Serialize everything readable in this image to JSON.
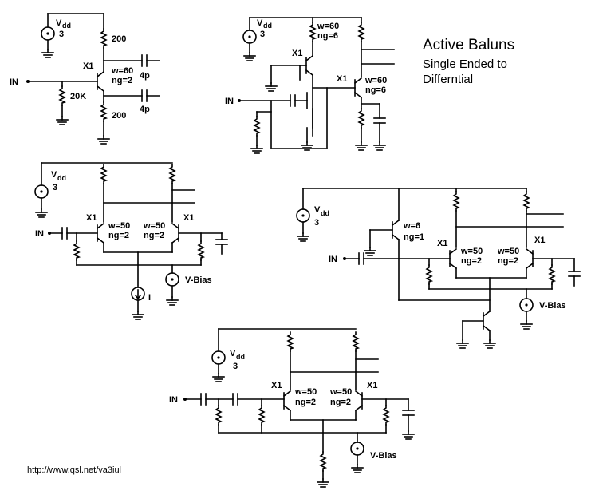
{
  "header": {
    "title": "Active Baluns",
    "subtitle_line1": "Single Ended to",
    "subtitle_line2": "Differntial"
  },
  "footer": {
    "url": "http://www.qsl.net/va3iul"
  },
  "circuit1": {
    "vdd": "V",
    "vdd_sub": "dd",
    "vdd_value": "3",
    "transistor": "X1",
    "width": "w=60",
    "fingers": "ng=2",
    "r_top": "200",
    "r_bottom": "200",
    "r_bias": "20K",
    "cap_top": "4p",
    "cap_bottom": "4p",
    "input": "IN"
  },
  "circuit2": {
    "vdd": "V",
    "vdd_sub": "dd",
    "vdd_value": "3",
    "x1_top": "X1",
    "x1_top_w": "w=60",
    "x1_top_ng": "ng=6",
    "x1_bottom": "X1",
    "x1_bottom_w": "w=60",
    "x1_bottom_ng": "ng=6",
    "input": "IN"
  },
  "circuit3": {
    "vdd": "V",
    "vdd_sub": "dd",
    "vdd_value": "3",
    "x1_left": "X1",
    "x1_right": "X1",
    "left_w": "w=50",
    "left_ng": "ng=2",
    "right_w": "w=50",
    "right_ng": "ng=2",
    "input": "IN",
    "vbias": "V-Bias",
    "current": "I"
  },
  "circuit4": {
    "vdd": "V",
    "vdd_sub": "dd",
    "vdd_value": "3",
    "src_w": "w=6",
    "src_ng": "ng=1",
    "x1_left": "X1",
    "x1_right": "X1",
    "left_w": "w=50",
    "left_ng": "ng=2",
    "right_w": "w=50",
    "right_ng": "ng=2",
    "input": "IN",
    "vbias": "V-Bias"
  },
  "circuit5": {
    "vdd": "V",
    "vdd_sub": "dd",
    "vdd_value": "3",
    "x1_left": "X1",
    "x1_right": "X1",
    "left_w": "w=50",
    "left_ng": "ng=2",
    "right_w": "w=50",
    "right_ng": "ng=2",
    "input": "IN",
    "vbias": "V-Bias"
  }
}
